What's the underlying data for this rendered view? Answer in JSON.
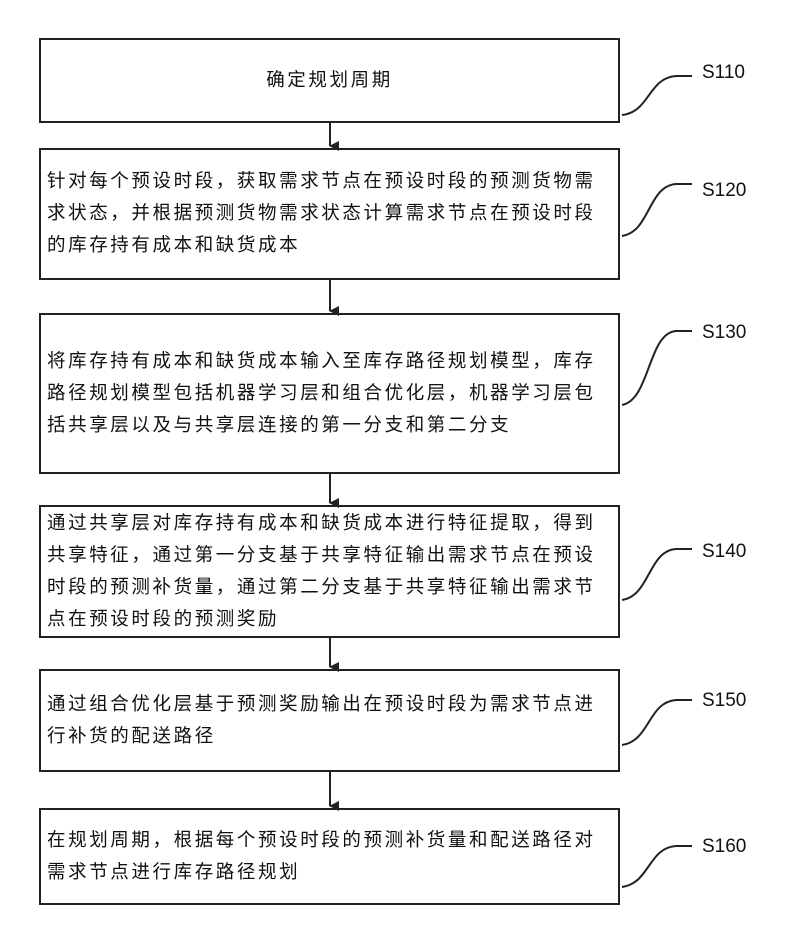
{
  "steps": [
    {
      "id": "S110",
      "text": "确定规划周期"
    },
    {
      "id": "S120",
      "text": "针对每个预设时段，获取需求节点在预设时段的预测货物需求状态，并根据预测货物需求状态计算需求节点在预设时段的库存持有成本和缺货成本"
    },
    {
      "id": "S130",
      "text": "将库存持有成本和缺货成本输入至库存路径规划模型，库存路径规划模型包括机器学习层和组合优化层，机器学习层包括共享层以及与共享层连接的第一分支和第二分支"
    },
    {
      "id": "S140",
      "text": "通过共享层对库存持有成本和缺货成本进行特征提取，得到共享特征，通过第一分支基于共享特征输出需求节点在预设时段的预测补货量，通过第二分支基于共享特征输出需求节点在预设时段的预测奖励"
    },
    {
      "id": "S150",
      "text": "通过组合优化层基于预测奖励输出在预设时段为需求节点进行补货的配送路径"
    },
    {
      "id": "S160",
      "text": "在规划周期，根据每个预设时段的预测补货量和配送路径对需求节点进行库存路径规划"
    }
  ]
}
